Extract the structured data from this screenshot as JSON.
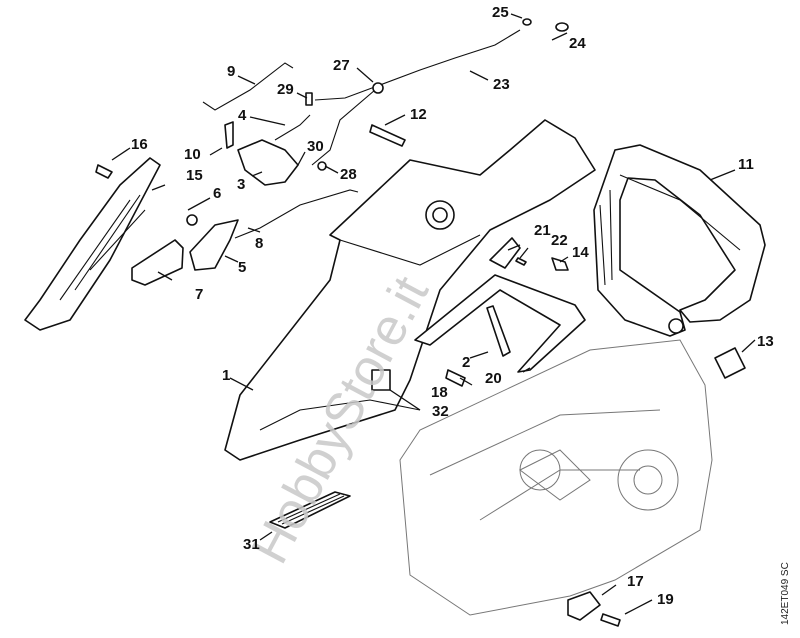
{
  "diagram": {
    "type": "exploded parts diagram",
    "drawing_code": "142ET049 SC",
    "watermark": "HobbyStore.it",
    "callouts": [
      "1",
      "2",
      "3",
      "4",
      "5",
      "6",
      "7",
      "8",
      "9",
      "10",
      "11",
      "12",
      "13",
      "14",
      "15",
      "16",
      "17",
      "18",
      "19",
      "20",
      "21",
      "22",
      "23",
      "24",
      "25",
      "27",
      "28",
      "29",
      "30",
      "31",
      "32"
    ]
  }
}
